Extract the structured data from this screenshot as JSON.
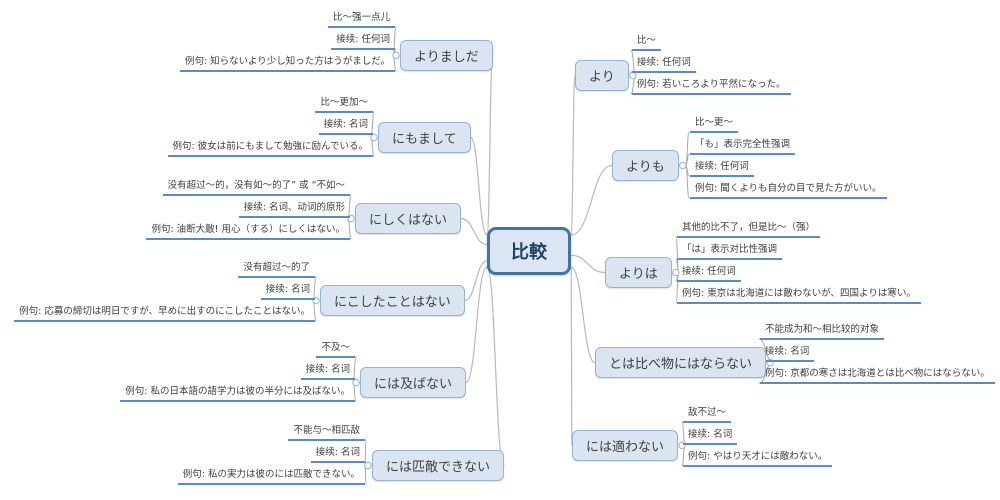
{
  "center": {
    "label": "比較"
  },
  "colors": {
    "center_fill": "#dce6f2",
    "center_border": "#4273a8",
    "center_text": "#1f4266",
    "node_fill": "#dbe5f1",
    "node_border": "#95b3d7",
    "node_text": "#404040",
    "underline": "#5b8ac6",
    "wire": "#bdbdbd"
  },
  "branches": {
    "left": [
      {
        "label": "よりましだ",
        "items": [
          "比～强一点儿",
          "接续: 任何词",
          "例句: 知らないより少し知った方はうがましだ。"
        ]
      },
      {
        "label": "にもまして",
        "items": [
          "比～更加～",
          "接续: 名词",
          "例句: 彼女は前にもまして勉強に励んでいる。"
        ]
      },
      {
        "label": "にしくはない",
        "items": [
          "没有超过～的，没有如～的了” 或 “不如～",
          "接续: 名词、动词的原形",
          "例句: 油断大敵! 用心（する）にしくはない。"
        ]
      },
      {
        "label": "にこしたことはない",
        "items": [
          "没有超过～的了",
          "接续: 名词",
          "例句: 応募の締切は明日ですが、早めに出すのにこしたことはない。"
        ]
      },
      {
        "label": "には及ばない",
        "items": [
          "不及～",
          "接续: 名词",
          "例句: 私の日本語の語学力は彼の半分には及ばない。"
        ]
      },
      {
        "label": "には匹敵できない",
        "items": [
          "不能与～相匹敌",
          "接续: 名词",
          "例句: 私の実力は彼のには匹敵できない。"
        ]
      }
    ],
    "right": [
      {
        "label": "より",
        "items": [
          "比～",
          "接续: 任何词",
          "例句: 若いころより平然になった。"
        ]
      },
      {
        "label": "よりも",
        "items": [
          "比～更～",
          "「も」表示完全性强调",
          "接续: 任何词",
          "例句: 聞くよりも自分の目で見た方がいい。"
        ]
      },
      {
        "label": "よりは",
        "items": [
          "其他的比不了，但是比～（强）",
          "「は」表示对比性强调",
          "接续: 任何词",
          "例句: 東京は北海道には敵わないが、四国よりは寒い。"
        ]
      },
      {
        "label": "とは比べ物にはならない",
        "items": [
          "不能成为和～相比较的对象",
          "接续: 名词",
          "例句: 京都の寒さは北海道とは比べ物にはならない。"
        ]
      },
      {
        "label": "には適わない",
        "items": [
          "敌不过～",
          "接续: 名词",
          "例句: やはり天才には敵わない。"
        ]
      }
    ]
  }
}
